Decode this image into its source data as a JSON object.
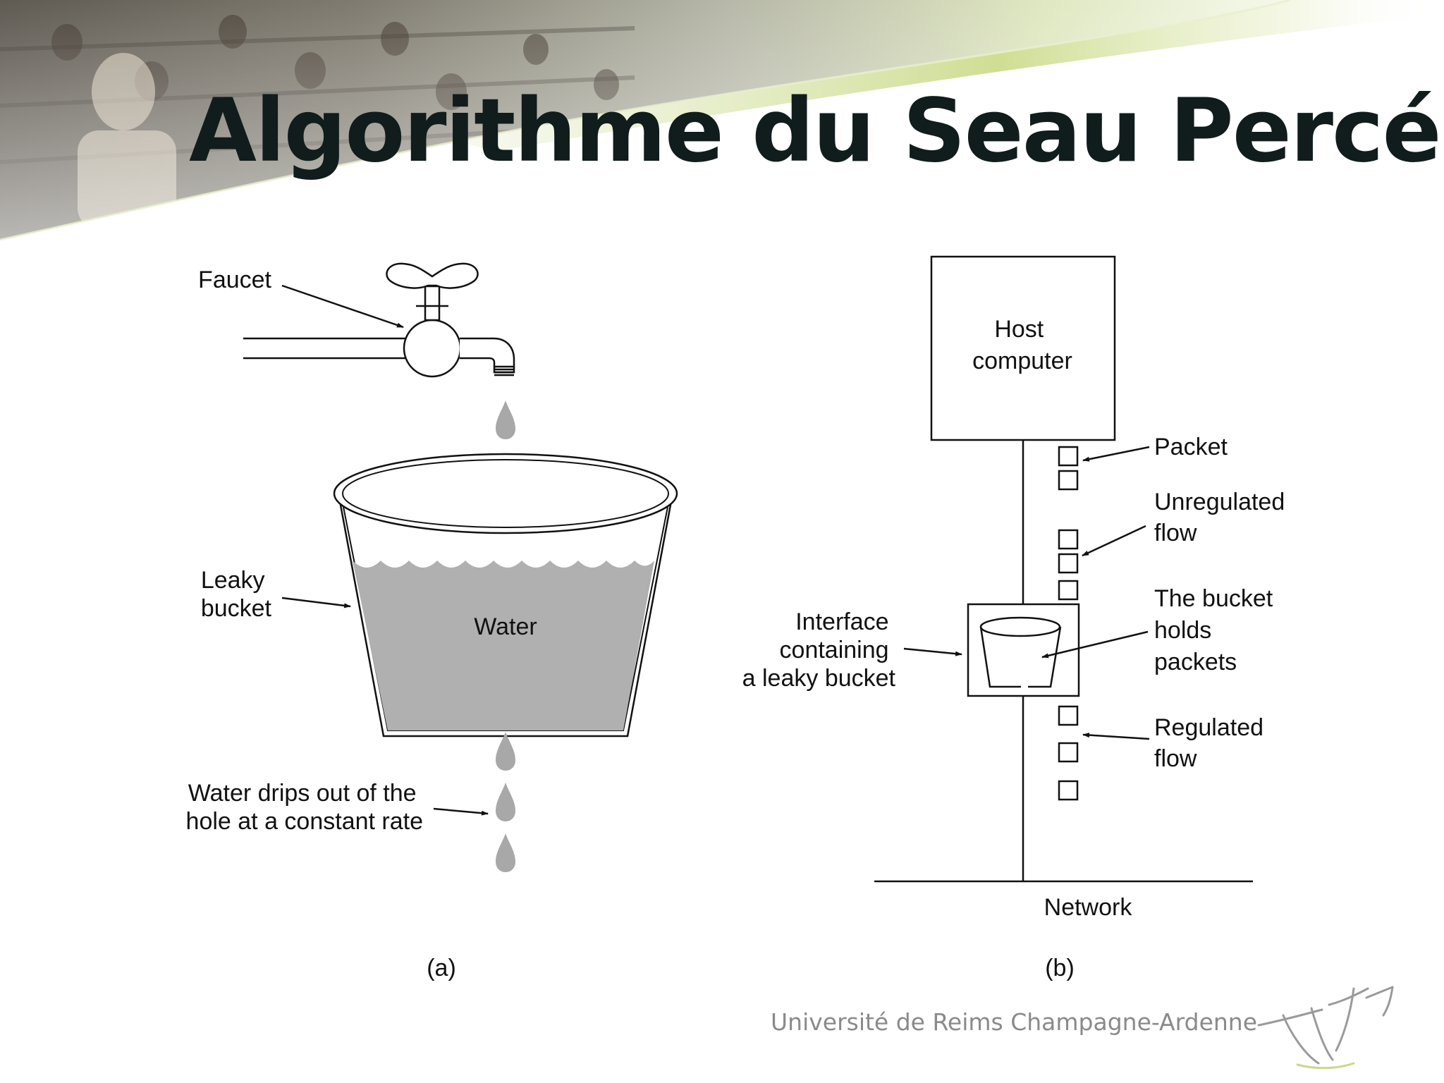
{
  "slide": {
    "title": "Algorithme du Seau Percé",
    "footer": {
      "university": "Université de Reims Champagne-Ardenne"
    }
  },
  "diagram_a": {
    "caption": "(a)",
    "faucet_label": "Faucet",
    "bucket_label_line1": "Leaky",
    "bucket_label_line2": "bucket",
    "water_label": "Water",
    "drips_label_line1": "Water drips out of the",
    "drips_label_line2": "hole at a constant rate"
  },
  "diagram_b": {
    "caption": "(b)",
    "host_line1": "Host",
    "host_line2": "computer",
    "packet_label": "Packet",
    "unregulated_line1": "Unregulated",
    "unregulated_line2": "flow",
    "bucket_holds_line1": "The bucket",
    "bucket_holds_line2": "holds",
    "bucket_holds_line3": "packets",
    "interface_line1": "Interface",
    "interface_line2": "containing",
    "interface_line3": "a leaky bucket",
    "regulated_line1": "Regulated",
    "regulated_line2": "flow",
    "network_label": "Network"
  },
  "colors": {
    "title": "#111c1c",
    "water": "#b0b0b0",
    "drops": "#a8a8a8",
    "footer_text": "#8a8a8a",
    "banner_green": "#c9d98a"
  }
}
